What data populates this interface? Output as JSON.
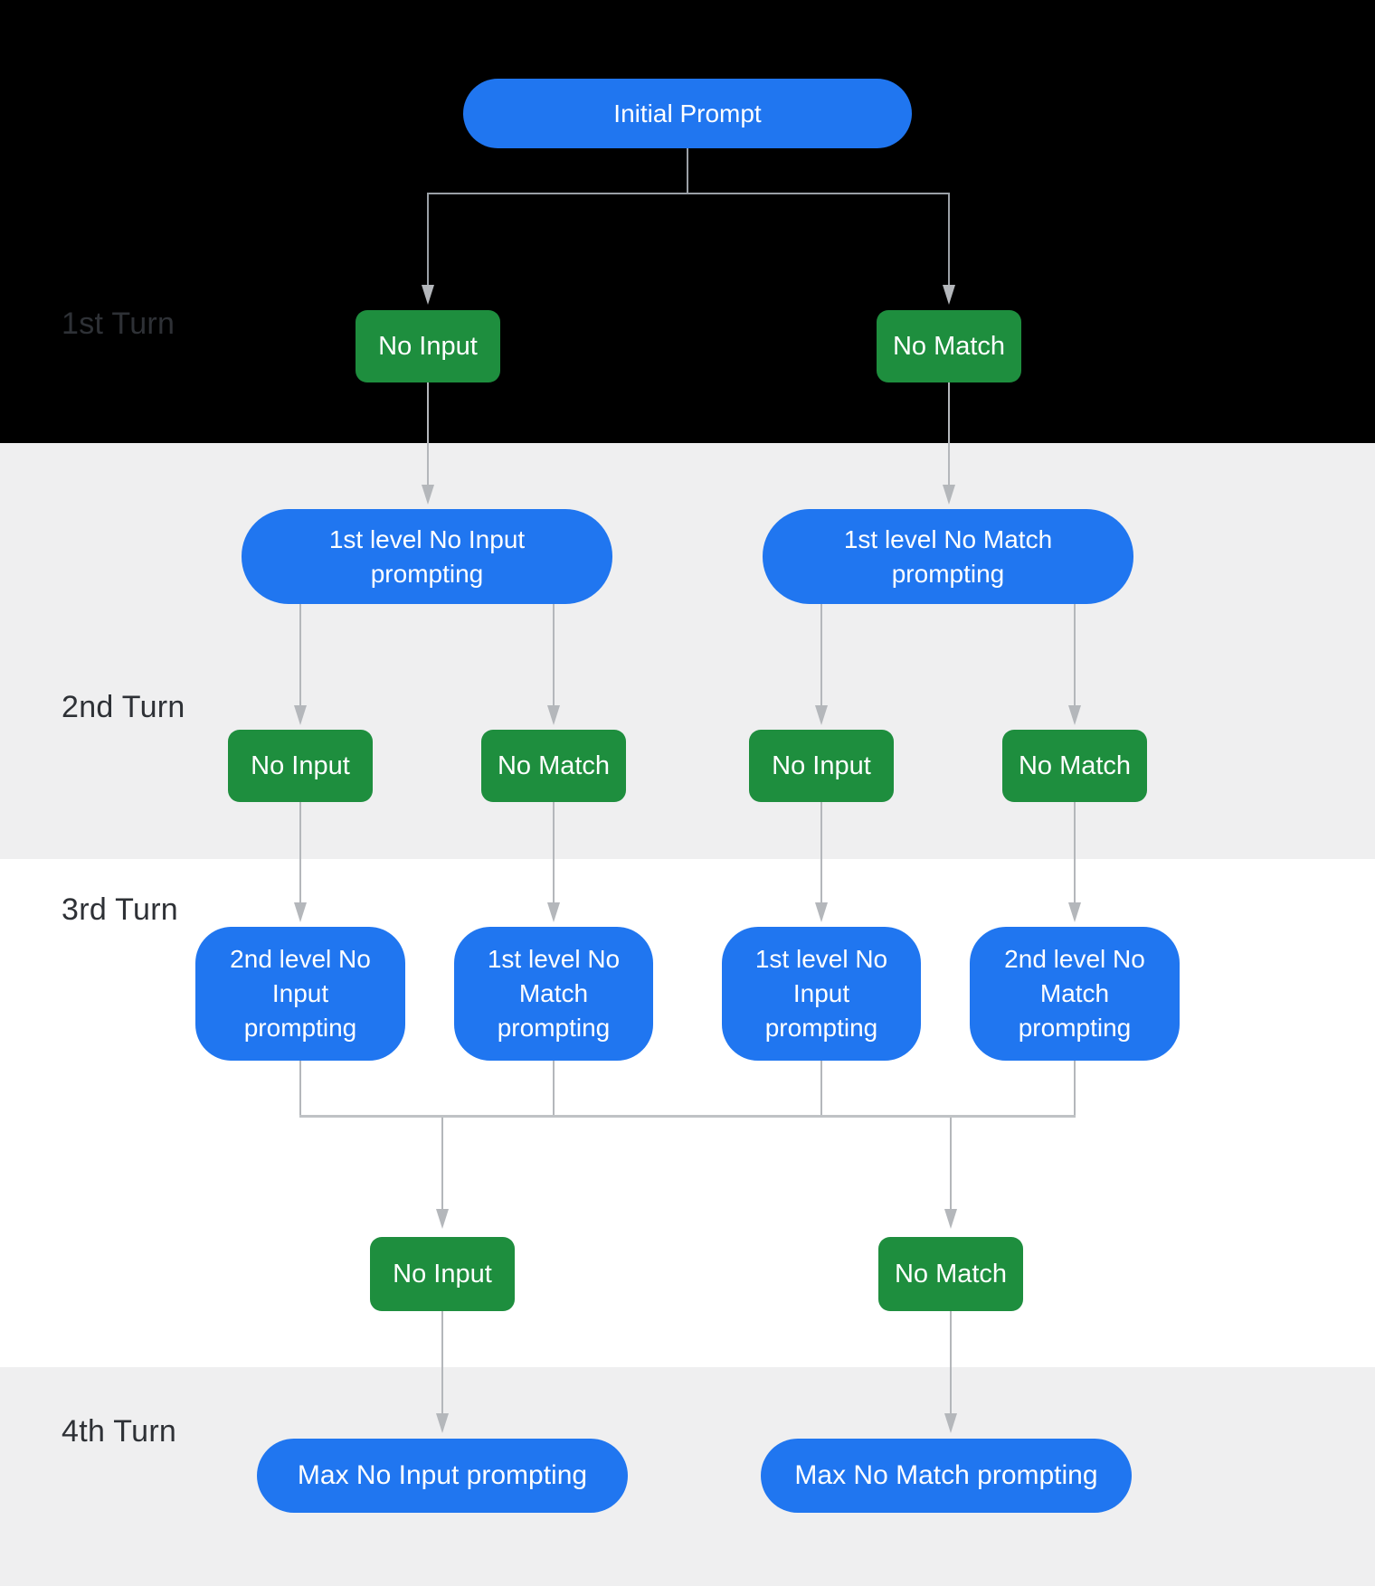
{
  "turns": [
    {
      "label": "1st Turn"
    },
    {
      "label": "2nd Turn"
    },
    {
      "label": "3rd Turn"
    },
    {
      "label": "4th Turn"
    }
  ],
  "nodes": {
    "initial_prompt": {
      "label": "Initial Prompt"
    },
    "turn1_events": [
      {
        "label": "No Input"
      },
      {
        "label": "No Match"
      }
    ],
    "level1_prompts": [
      {
        "line1": "1st level No Input",
        "line2": "prompting"
      },
      {
        "line1": "1st level No Match",
        "line2": "prompting"
      }
    ],
    "turn2_events": [
      {
        "label": "No Input"
      },
      {
        "label": "No Match"
      },
      {
        "label": "No Input"
      },
      {
        "label": "No Match"
      }
    ],
    "level2_prompts": [
      {
        "line1": "2nd level No",
        "line2": "Input",
        "line3": "prompting"
      },
      {
        "line1": "1st level No",
        "line2": "Match",
        "line3": "prompting"
      },
      {
        "line1": "1st level No",
        "line2": "Input",
        "line3": "prompting"
      },
      {
        "line1": "2nd level No",
        "line2": "Match",
        "line3": "prompting"
      }
    ],
    "turn3_events": [
      {
        "label": "No Input"
      },
      {
        "label": "No Match"
      }
    ],
    "max_prompts": [
      {
        "label": "Max No Input prompting"
      },
      {
        "label": "Max No Match prompting"
      }
    ]
  },
  "colors": {
    "prompt_blue": "#2076f0",
    "event_green": "#1e8e3e",
    "connector_gray": "#b4b7bb",
    "stem_gray": "#9aa0a6",
    "band_light_gray": "#efeff0",
    "band_black": "#000000",
    "band_white": "#ffffff",
    "turn_label_gray": "#2e3136"
  }
}
